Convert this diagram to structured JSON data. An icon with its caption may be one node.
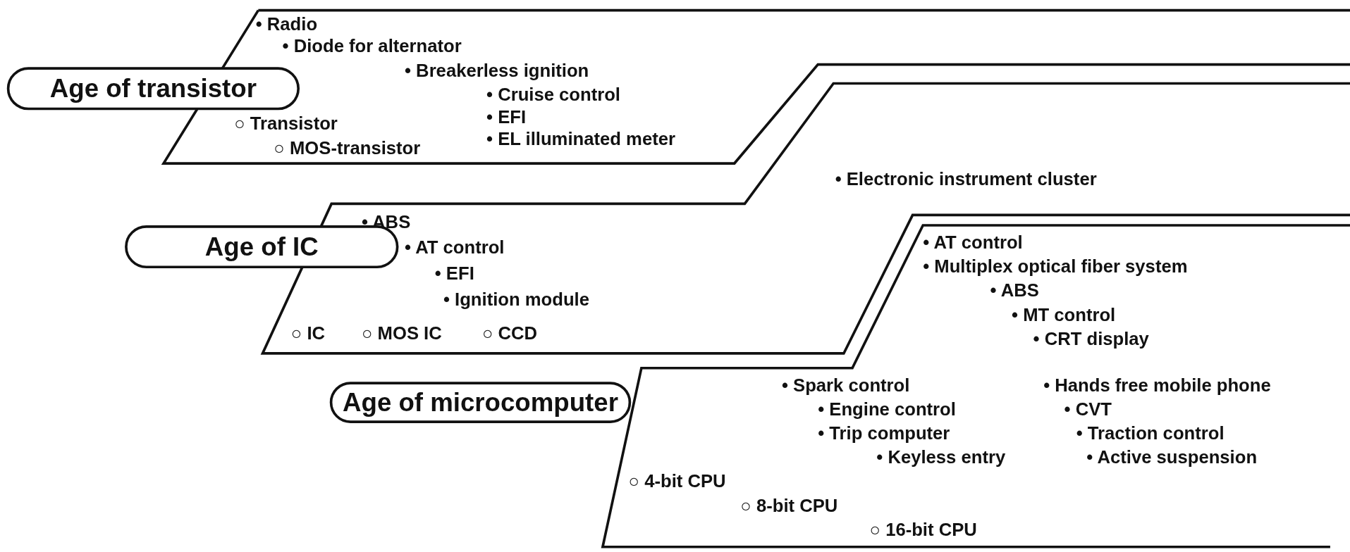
{
  "diagram": {
    "nodes": [
      {
        "text": [
          "• Radio",
          "• Diode for alternator",
          "• Breakerless ignition",
          "• Cruise control",
          "• EFI",
          "• EL illuminated meter",
          "○ Transistor",
          "○ MOS-transistor"
        ]
      },
      {
        "text": [
          "Age of transistor"
        ]
      },
      {
        "text": [
          "• Electronic instrument cluster",
          "• ABS",
          "• AT control",
          "• EFI",
          "• Ignition module",
          "○ IC",
          "○ MOS IC",
          "○ CCD"
        ]
      },
      {
        "text": [
          "Age of IC"
        ]
      },
      {
        "text": [
          "• AT control",
          "• Multiplex optical fiber system",
          "• ABS",
          "• MT control",
          "• CRT display",
          "• Spark control",
          "• Hands free mobile phone",
          "• Engine control",
          "• CVT",
          "• Trip computer",
          "• Traction control",
          "• Keyless entry",
          "• Active suspension",
          "○ 4-bit CPU",
          "○ 8-bit CPU",
          "○ 16-bit CPU"
        ]
      },
      {
        "text": [
          "Age of microcomputer"
        ]
      }
    ]
  }
}
